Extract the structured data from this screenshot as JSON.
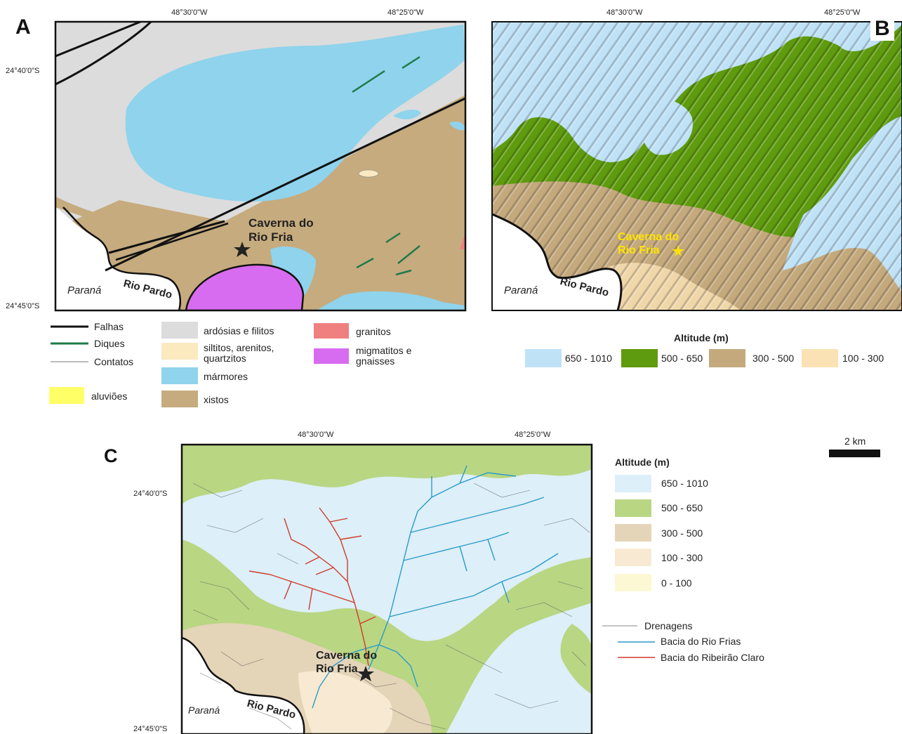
{
  "panels": {
    "a": {
      "letter": "A",
      "coords": {
        "top_left_lon": "48°30'0\"W",
        "top_right_lon": "48°25'0\"W",
        "left_top_lat": "24°40'0\"S",
        "left_bottom_lat": "24°45'0\"S"
      },
      "labels": {
        "cave": "Caverna do\nRio Fria",
        "state": "Paraná",
        "river": "Rio Pardo"
      }
    },
    "b": {
      "letter": "B",
      "coords": {
        "top_left_lon": "48°30'0\"W",
        "top_right_lon": "48°25'0\"W"
      },
      "labels": {
        "cave": "Caverna do\nRio Fria",
        "state": "Paraná",
        "river": "Rio Pardo"
      }
    },
    "c": {
      "letter": "C",
      "coords": {
        "top_left_lon": "48°30'0\"W",
        "top_right_lon": "48°25'0\"W",
        "left_top_lat": "24°40'0\"S",
        "left_bottom_lat": "24°45'0\"S"
      },
      "labels": {
        "cave": "Caverna do\nRio Fria",
        "state": "Paraná",
        "river": "Rio Pardo"
      }
    }
  },
  "legend_a": {
    "lines": [
      {
        "label": "Falhas",
        "color": "#111111"
      },
      {
        "label": "Diques",
        "color": "#1f7a4a"
      },
      {
        "label": "Contatos",
        "color": "#777777"
      }
    ],
    "aluvioes": {
      "label": "aluviões",
      "color": "#ffff66"
    },
    "col2": [
      {
        "label": "ardósias e filitos",
        "color": "#dcdcdc"
      },
      {
        "label": "siltitos, arenitos, quartzitos",
        "color": "#fbe9c0"
      },
      {
        "label": "mármores",
        "color": "#8fd3ec"
      },
      {
        "label": "xistos",
        "color": "#c6ab7e"
      }
    ],
    "col3": [
      {
        "label": "granitos",
        "color": "#f08080"
      },
      {
        "label": "migmatitos e gnaisses",
        "color": "#d86cf0"
      }
    ]
  },
  "legend_b": {
    "title": "Altitude (m)",
    "items": [
      {
        "label": "650 - 1010",
        "color": "#bfe2f7"
      },
      {
        "label": "500 - 650",
        "color": "#5e9b0e"
      },
      {
        "label": "300 - 500",
        "color": "#c4a97d"
      },
      {
        "label": "100 - 300",
        "color": "#fbe2b4"
      }
    ]
  },
  "legend_c": {
    "title": "Altitude (m)",
    "items": [
      {
        "label": "650 - 1010",
        "color": "#ddeff8"
      },
      {
        "label": "500 - 650",
        "color": "#b9d683"
      },
      {
        "label": "300 - 500",
        "color": "#e4d4b8"
      },
      {
        "label": "100 - 300",
        "color": "#f8ead2"
      },
      {
        "label": "0 - 100",
        "color": "#fcf8d4"
      }
    ],
    "lines": [
      {
        "label": "Drenagens",
        "color": "#888888"
      },
      {
        "label": "Bacia do Rio Frias",
        "color": "#2a9bc8"
      },
      {
        "label": "Bacia do Ribeirão Claro",
        "color": "#d03a2a"
      }
    ]
  },
  "scale_bar": {
    "label": "2 km"
  },
  "colors": {
    "cave_label_b": "#ffe400",
    "fault": "#111111",
    "dike": "#1f7a4a",
    "frias": "#2a9bc8",
    "claro": "#d03a2a"
  }
}
